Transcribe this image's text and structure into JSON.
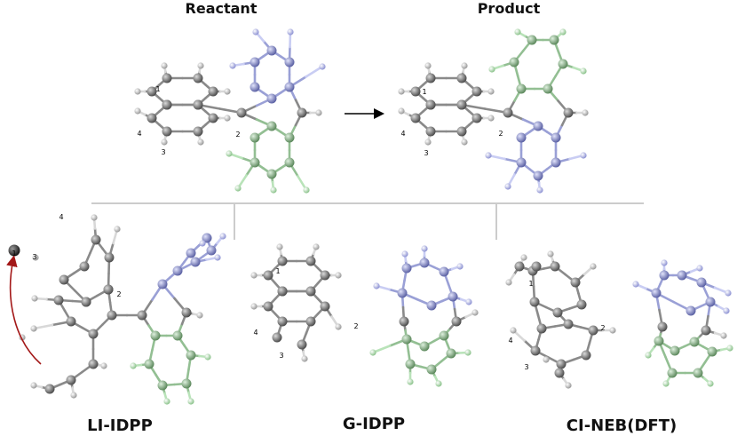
{
  "titles": {
    "reactant": "Reactant",
    "product": "Product"
  },
  "methods": {
    "li_idpp": "LI-IDPP",
    "g_idpp": "G-IDPP",
    "ci_neb": "CI-NEB(DFT)"
  },
  "atom_labels": {
    "one": "1",
    "two": "2",
    "three": "3",
    "four": "4"
  },
  "colors": {
    "carbon": "#8a8a8a",
    "nitrogen": "#9aa0d6",
    "boron": "#93bf93",
    "hydrogen_on_nitrogen": "#c9cdf3",
    "hydrogen_on_boron": "#b9e3b9",
    "hydrogen": "#e6e6e6",
    "arrow_curved": "#a31818",
    "divider": "#cccccc"
  }
}
